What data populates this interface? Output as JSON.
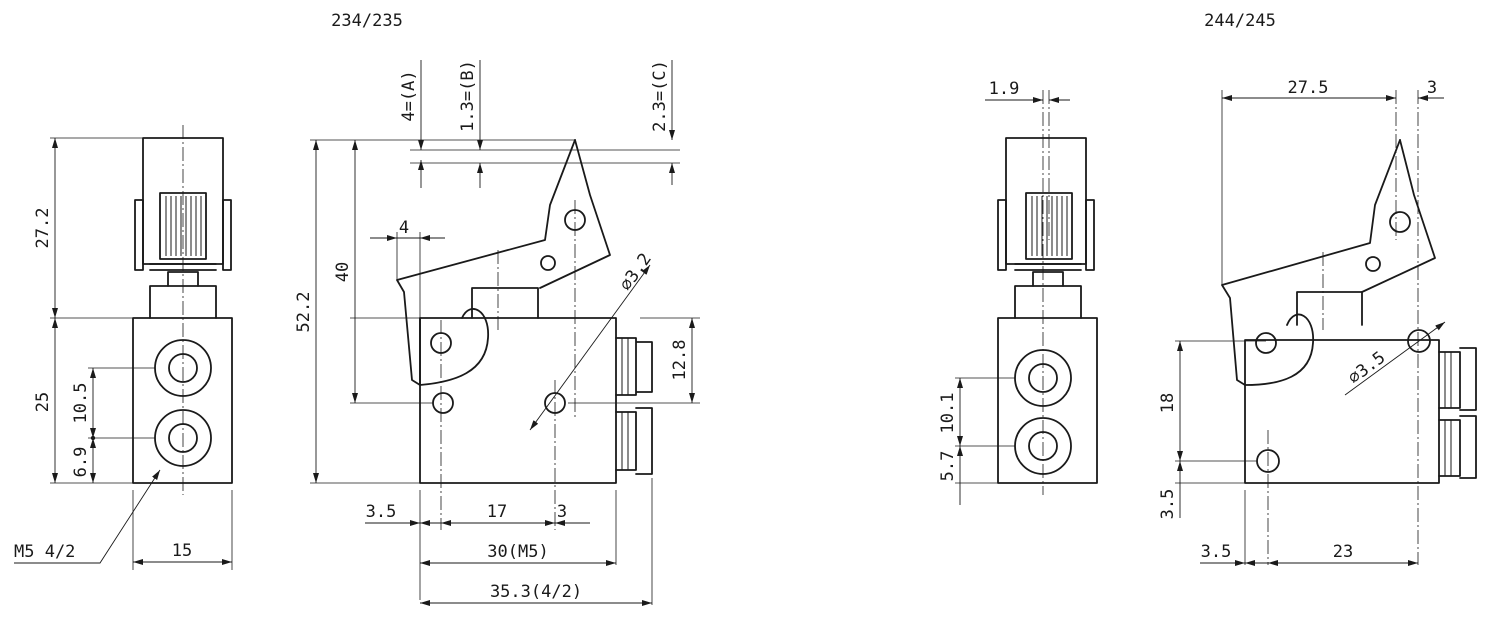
{
  "titles": {
    "left": "234/235",
    "right": "244/245"
  },
  "dimensions": {
    "v1_height_top": "27.2",
    "v1_height_body": "25",
    "v1_port_spacing": "10.5",
    "v1_port_bottom": "6.9",
    "v1_width": "15",
    "v1_thread": "M5  4/2",
    "v2_pos_a": "4=(A)",
    "v2_pos_b": "1.3=(B)",
    "v2_pos_c": "2.3=(C)",
    "v2_lever_offset": "4",
    "v2_height_40": "40",
    "v2_total_height": "52.2",
    "v2_hole_dia": "⌀3.2",
    "v2_port_height": "12.8",
    "v2_left_offset": "3.5",
    "v2_hole_span": "17",
    "v2_hole_right": "3",
    "v2_width_m5": "30(M5)",
    "v2_width_42": "35.3(4/2)",
    "v3_offset_top": "1.9",
    "v3_port_spacing": "10.1",
    "v3_port_bottom": "5.7",
    "v4_lever_span": "27.5",
    "v4_lever_right": "3",
    "v4_hole_dia": "⌀3.5",
    "v4_height_18": "18",
    "v4_bottom_offset": "3.5",
    "v4_left_offset": "3.5",
    "v4_hole_span": "23"
  }
}
